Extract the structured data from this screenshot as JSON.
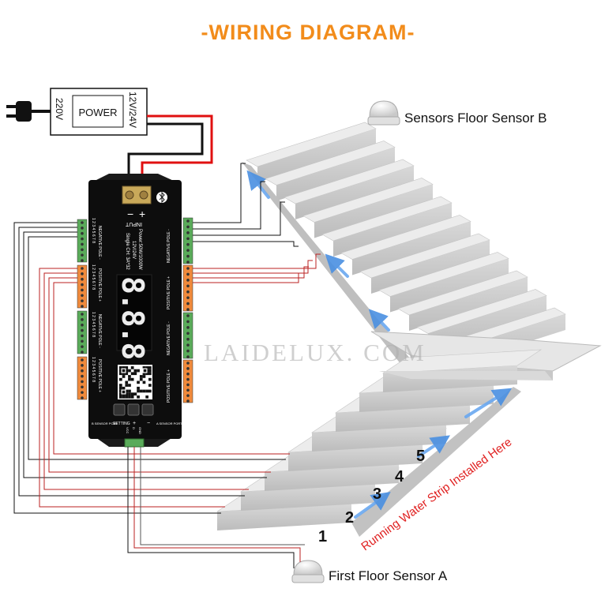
{
  "title": "-WIRING DIAGRAM-",
  "power_supply": {
    "input_label": "220V",
    "box_label": "POWER",
    "output_label": "12V/24V"
  },
  "controller": {
    "input_label": "INPUT",
    "minus": "−",
    "plus": "+",
    "spec_lines": [
      "Power:50W/1000W",
      "12V/24V",
      "Single CH: 3A*32"
    ],
    "display": "8.8.8.8",
    "neg_pole": "NEGATIVE POLE -",
    "pos_pole": "POSITIVE POLE +",
    "pin_numbers": "1 2 3 4 5 6 7 8",
    "b_sensor_port": "B SENSOR PORT",
    "a_sensor_port": "A SENSOR PORT",
    "setting": "SETTING",
    "button_labels": [
      "+",
      "−"
    ],
    "port_labels": [
      "VCC",
      "D",
      "GND"
    ]
  },
  "sensors": {
    "top": "Sensors Floor Sensor B",
    "bottom": "First Floor Sensor A"
  },
  "watermark": "LAIDELUX. COM",
  "strip_label": "Running Water Strip Installed Here",
  "step_numbers": [
    "1",
    "2",
    "3",
    "4",
    "5"
  ],
  "colors": {
    "title": "#f28c1b",
    "wire_red": "#e01010",
    "wire_black": "#111111",
    "terminal_green": "#5aab5a",
    "terminal_orange": "#f08a3c",
    "arrow_blue": "#4a90e2",
    "strip_text": "#e02020"
  }
}
